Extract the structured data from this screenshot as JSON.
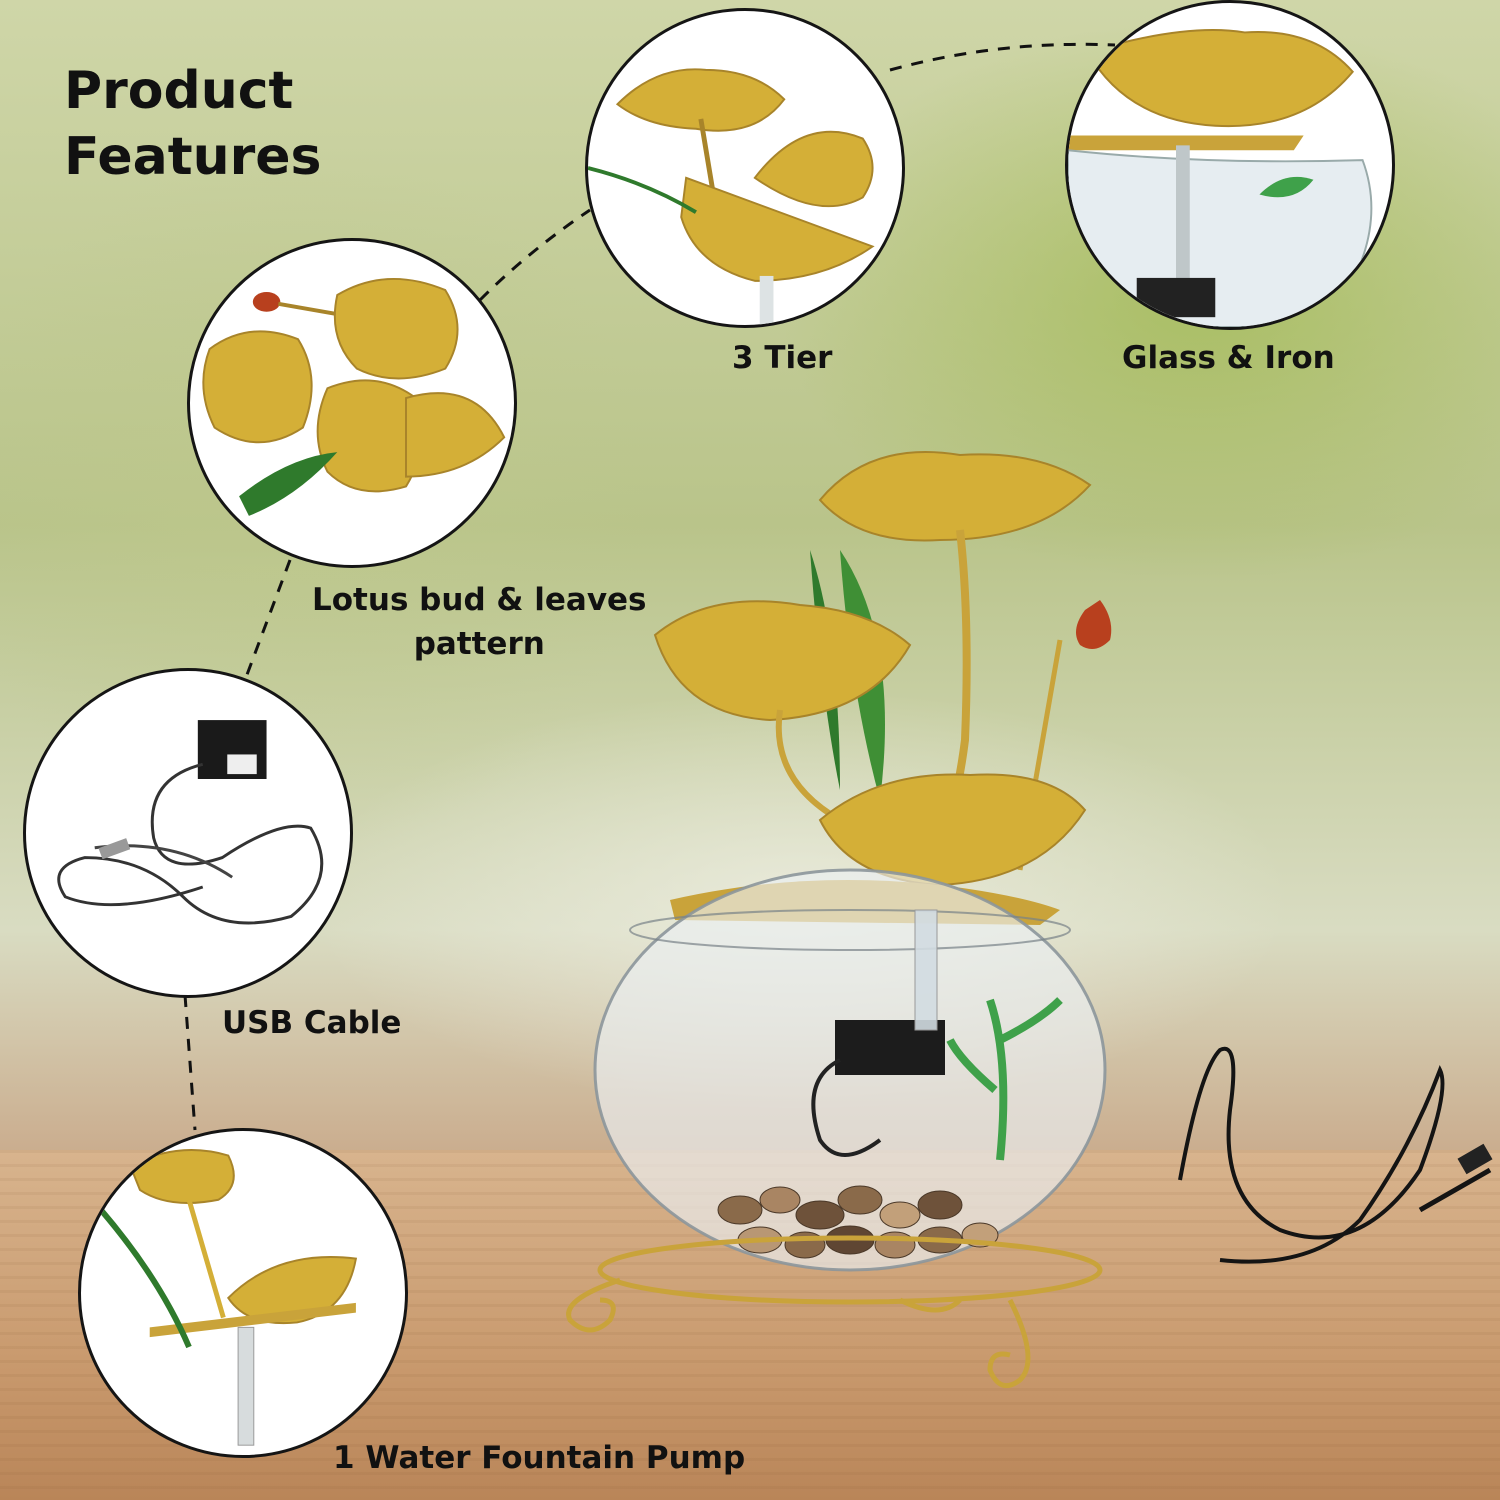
{
  "headline": {
    "line1": "Product",
    "line2": "Features"
  },
  "features": [
    {
      "label": "3 Tier",
      "icon": "lotus-tiers-icon"
    },
    {
      "label": "Glass & Iron",
      "icon": "glass-bowl-icon"
    },
    {
      "label": "Lotus bud & leaves pattern",
      "icon": "lotus-bud-icon"
    },
    {
      "label": "USB Cable",
      "icon": "usb-cable-icon"
    },
    {
      "label": "1 Water Fountain Pump",
      "icon": "fountain-pump-icon"
    }
  ],
  "colors": {
    "gold": "#d4af37",
    "dark_gold": "#a8842a",
    "leaf_green": "#2f7a2c",
    "bud_red": "#b8401e",
    "text": "#111111"
  }
}
